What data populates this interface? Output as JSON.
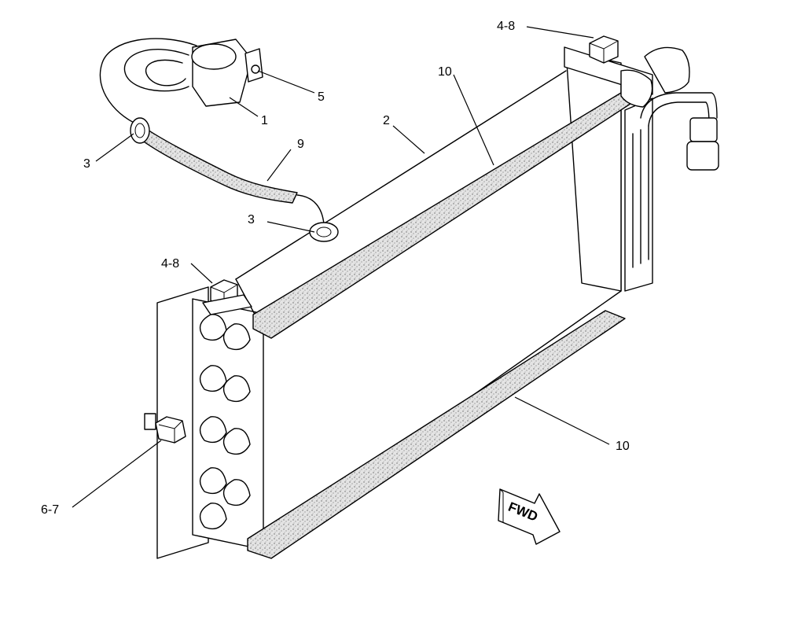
{
  "callouts": [
    {
      "id": "c1",
      "text": "1"
    },
    {
      "id": "c2",
      "text": "2"
    },
    {
      "id": "c3a",
      "text": "3"
    },
    {
      "id": "c3b",
      "text": "3"
    },
    {
      "id": "c48a",
      "text": "4-8"
    },
    {
      "id": "c48b",
      "text": "4-8"
    },
    {
      "id": "c5",
      "text": "5"
    },
    {
      "id": "c67",
      "text": "6-7"
    },
    {
      "id": "c9",
      "text": "9"
    },
    {
      "id": "c10a",
      "text": "10"
    },
    {
      "id": "c10b",
      "text": "10"
    }
  ],
  "direction_arrow": {
    "label": "FWD"
  }
}
